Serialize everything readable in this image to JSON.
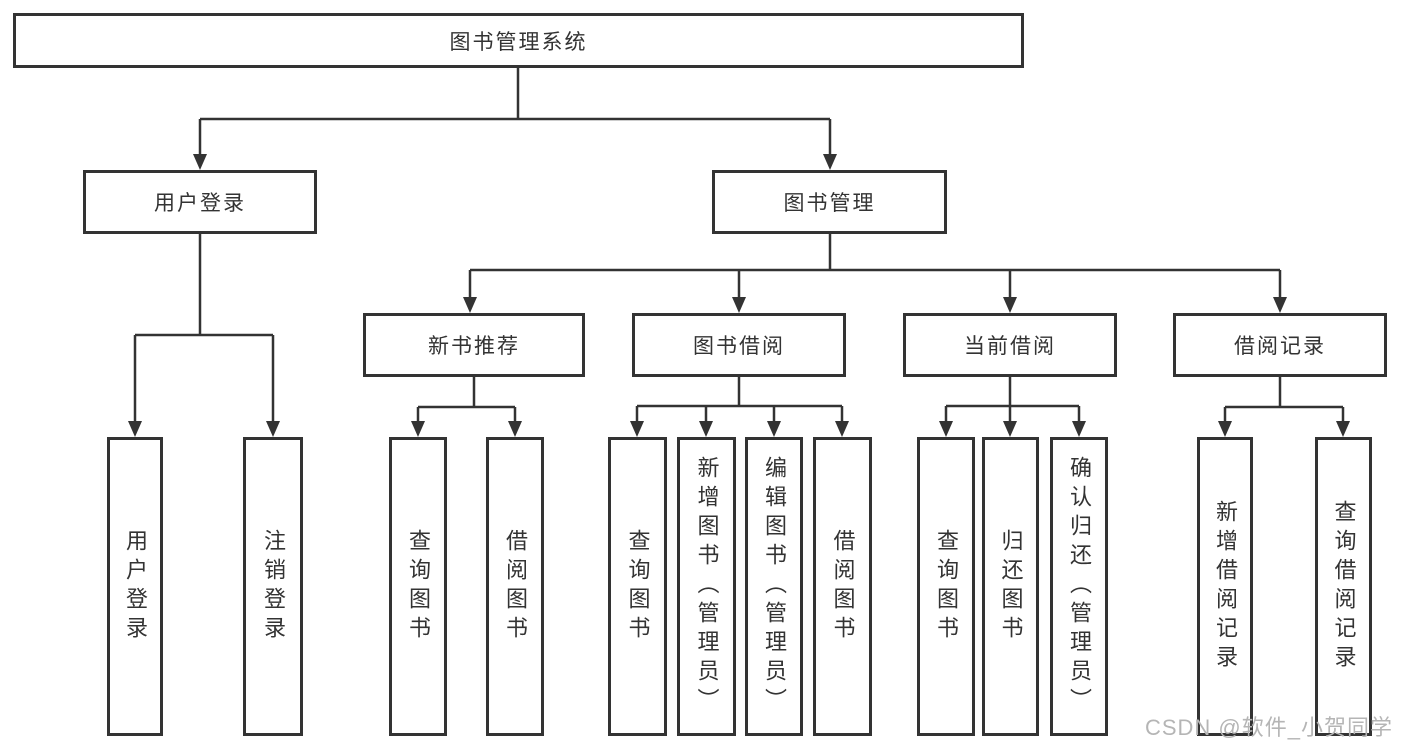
{
  "diagram": {
    "root": "图书管理系统",
    "level2": [
      "用户登录",
      "图书管理"
    ],
    "level3": [
      "新书推荐",
      "图书借阅",
      "当前借阅",
      "借阅记录"
    ],
    "leaves": {
      "user_login": [
        "用户登录",
        "注销登录"
      ],
      "new_book_recommend": [
        "查询图书",
        "借阅图书"
      ],
      "book_borrow": [
        "查询图书",
        "新增图书（管理员）",
        "编辑图书（管理员）",
        "借阅图书"
      ],
      "current_borrow": [
        "查询图书",
        "归还图书",
        "确认归还（管理员）"
      ],
      "borrow_records": [
        "新增借阅记录",
        "查询借阅记录"
      ]
    }
  },
  "watermark": "CSDN @软件_小贺同学",
  "colors": {
    "line": "#333333",
    "box_border": "#333333",
    "box_background": "#ffffff",
    "text": "#333333",
    "watermark": "#b5b5b5",
    "page_background": "#ffffff"
  }
}
